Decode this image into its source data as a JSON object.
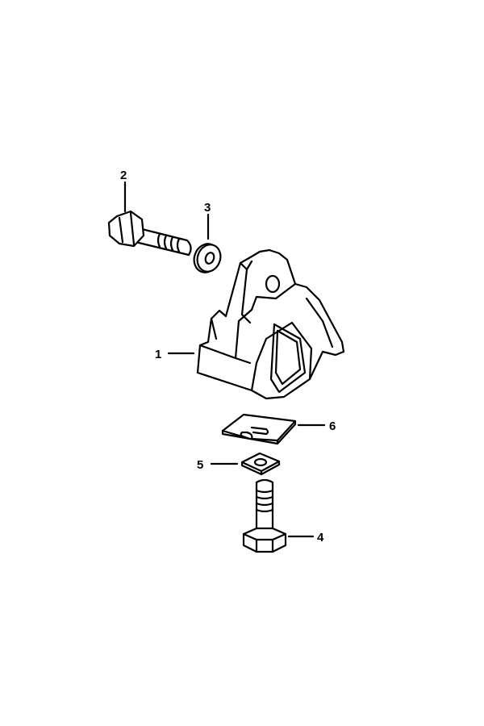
{
  "diagram": {
    "callouts": [
      {
        "number": "1",
        "part": "mount"
      },
      {
        "number": "2",
        "part": "bolt"
      },
      {
        "number": "3",
        "part": "washer"
      },
      {
        "number": "4",
        "part": "bolt"
      },
      {
        "number": "5",
        "part": "square-washer"
      },
      {
        "number": "6",
        "part": "shim-plate"
      }
    ]
  }
}
